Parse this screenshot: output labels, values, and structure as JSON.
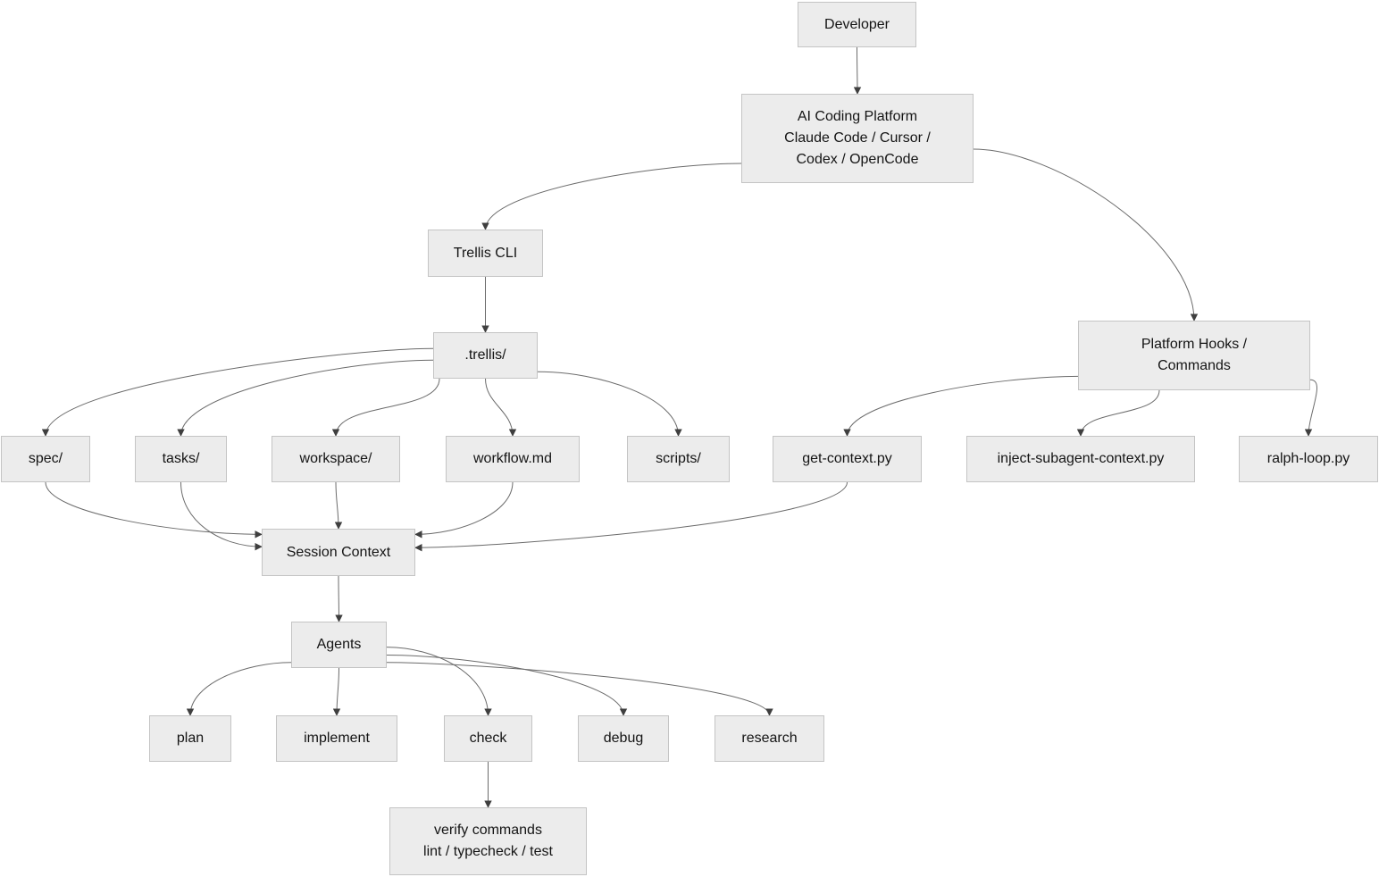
{
  "diagram": {
    "type": "flowchart",
    "direction": "top-down",
    "colors": {
      "background": "#ffffff",
      "node_fill": "#ececec",
      "node_border": "#c4c4c4",
      "node_text": "#141414",
      "edge_line": "#6b6b6b",
      "arrowhead": "#3f3f3f"
    },
    "nodes": {
      "developer": {
        "label": "Developer"
      },
      "ai_platform": {
        "label": "AI Coding Platform\nClaude Code / Cursor /\nCodex / OpenCode"
      },
      "trellis_cli": {
        "label": "Trellis CLI"
      },
      "trellis_dir": {
        "label": ".trellis/"
      },
      "platform_hooks": {
        "label": "Platform Hooks /\nCommands"
      },
      "spec": {
        "label": "spec/"
      },
      "tasks": {
        "label": "tasks/"
      },
      "workspace": {
        "label": "workspace/"
      },
      "workflow": {
        "label": "workflow.md"
      },
      "scripts": {
        "label": "scripts/"
      },
      "get_context": {
        "label": "get-context.py"
      },
      "inject_subagent": {
        "label": "inject-subagent-context.py"
      },
      "ralph_loop": {
        "label": "ralph-loop.py"
      },
      "session_context": {
        "label": "Session Context"
      },
      "agents": {
        "label": "Agents"
      },
      "plan": {
        "label": "plan"
      },
      "implement": {
        "label": "implement"
      },
      "check": {
        "label": "check"
      },
      "debug": {
        "label": "debug"
      },
      "research": {
        "label": "research"
      },
      "verify": {
        "label": "verify commands\nlint / typecheck / test"
      }
    },
    "edges": [
      {
        "from": "developer",
        "to": "ai_platform"
      },
      {
        "from": "ai_platform",
        "to": "trellis_cli",
        "fromAnchor": "left:0.78"
      },
      {
        "from": "ai_platform",
        "to": "platform_hooks",
        "fromAnchor": "right:0.62"
      },
      {
        "from": "trellis_cli",
        "to": "trellis_dir"
      },
      {
        "from": "trellis_dir",
        "to": "spec",
        "fromAnchor": "left:0.35"
      },
      {
        "from": "trellis_dir",
        "to": "tasks",
        "fromAnchor": "left:0.6"
      },
      {
        "from": "trellis_dir",
        "to": "workspace",
        "fromAnchor": "bottom:0.06"
      },
      {
        "from": "trellis_dir",
        "to": "workflow",
        "fromAnchor": "bottom:0.5"
      },
      {
        "from": "trellis_dir",
        "to": "scripts",
        "fromAnchor": "right:0.85"
      },
      {
        "from": "platform_hooks",
        "to": "get_context",
        "fromAnchor": "left:0.8"
      },
      {
        "from": "platform_hooks",
        "to": "inject_subagent",
        "fromAnchor": "bottom:0.35"
      },
      {
        "from": "platform_hooks",
        "to": "ralph_loop",
        "fromAnchor": "right:0.85"
      },
      {
        "from": "spec",
        "to": "session_context",
        "toAnchor": "left:0.12"
      },
      {
        "from": "tasks",
        "to": "session_context",
        "toAnchor": "left:0.38"
      },
      {
        "from": "workspace",
        "to": "session_context"
      },
      {
        "from": "workflow",
        "to": "session_context",
        "toAnchor": "right:0.12"
      },
      {
        "from": "get_context",
        "to": "session_context",
        "toAnchor": "right:0.4"
      },
      {
        "from": "session_context",
        "to": "agents"
      },
      {
        "from": "agents",
        "to": "plan",
        "fromAnchor": "left:0.88"
      },
      {
        "from": "agents",
        "to": "implement"
      },
      {
        "from": "agents",
        "to": "check",
        "fromAnchor": "right:0.55"
      },
      {
        "from": "agents",
        "to": "debug",
        "fromAnchor": "right:0.72"
      },
      {
        "from": "agents",
        "to": "research",
        "fromAnchor": "right:0.88"
      },
      {
        "from": "check",
        "to": "verify"
      }
    ]
  }
}
